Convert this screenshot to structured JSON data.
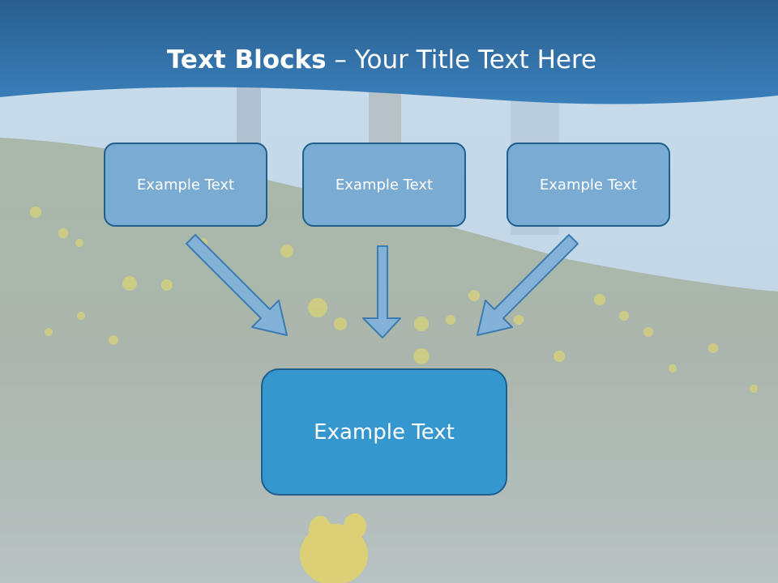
{
  "title": {
    "bold": "Text Blocks",
    "separator": " – ",
    "rest": "Your Title Text Here"
  },
  "boxes": [
    {
      "label": "Example Text"
    },
    {
      "label": "Example Text"
    },
    {
      "label": "Example Text"
    }
  ],
  "result_box": {
    "label": "Example Text"
  },
  "colors": {
    "header": "#2f6fa7",
    "box_fill": "#7aabd3",
    "result_fill": "#3697cf",
    "border": "#1f5f8c",
    "arrow_fill": "#84b1d8"
  }
}
